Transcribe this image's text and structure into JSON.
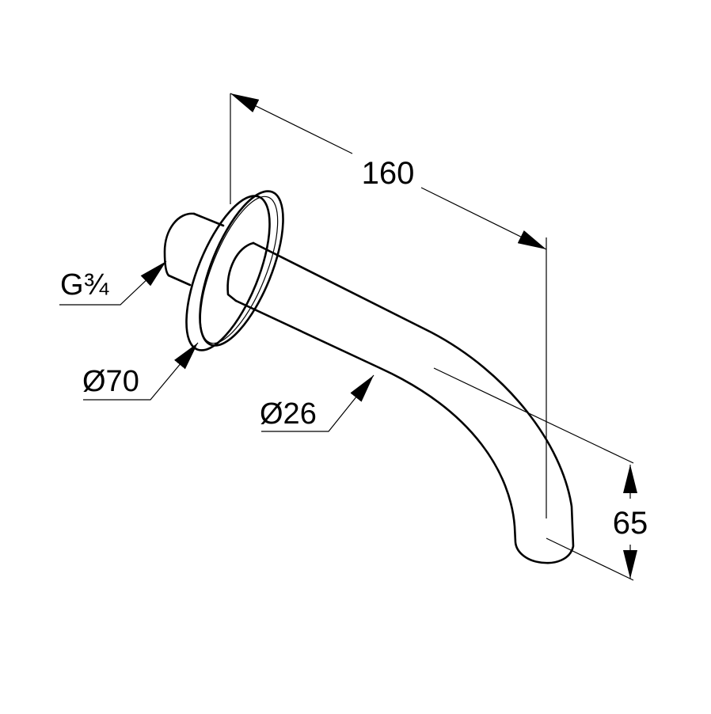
{
  "title": "Wall spout dimension drawing",
  "dimensions": {
    "length": "160",
    "drop_height": "65",
    "thread": "G¾",
    "rosette_diameter": "Ø70",
    "spout_diameter": "Ø26"
  },
  "colors": {
    "line": "#000000",
    "background": "#ffffff"
  }
}
